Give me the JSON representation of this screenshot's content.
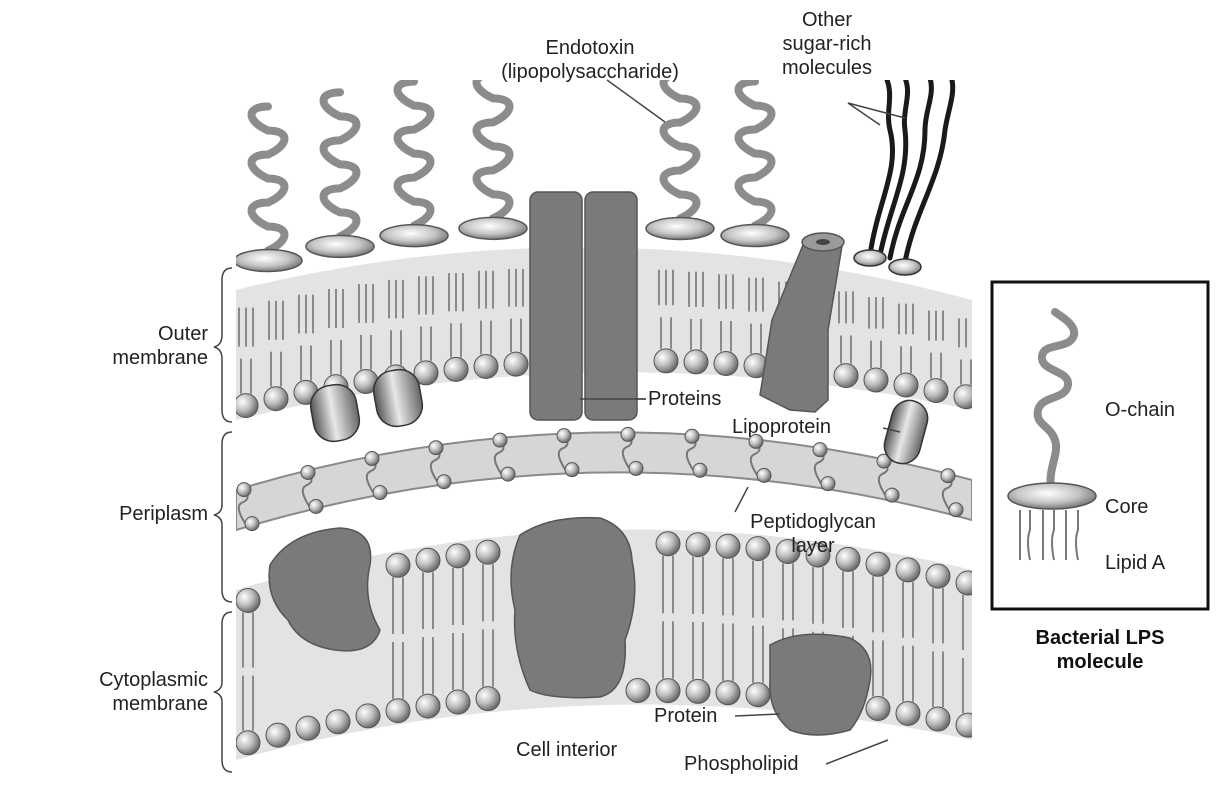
{
  "labels": {
    "endotoxin_l1": "Endotoxin",
    "endotoxin_l2": "(lipopolysaccharide)",
    "other_l1": "Other",
    "other_l2": "sugar-rich",
    "other_l3": "molecules",
    "outer_l1": "Outer",
    "outer_l2": "membrane",
    "periplasm": "Periplasm",
    "cyto_l1": "Cytoplasmic",
    "cyto_l2": "membrane",
    "proteins": "Proteins",
    "lipoprotein": "Lipoprotein",
    "pg_l1": "Peptidoglycan",
    "pg_l2": "layer",
    "protein": "Protein",
    "cell_interior": "Cell interior",
    "phospholipid": "Phospholipid"
  },
  "inset": {
    "o_chain": "O-chain",
    "core": "Core",
    "lipid_a": "Lipid A",
    "caption_l1": "Bacterial LPS",
    "caption_l2": "molecule"
  },
  "colors": {
    "chain": "#8c8c8c",
    "protein_fill": "#7a7a7a",
    "membrane_band": "#d9d9d9",
    "sugar_molecule": "#1a1a1a",
    "frame": "#111111"
  }
}
